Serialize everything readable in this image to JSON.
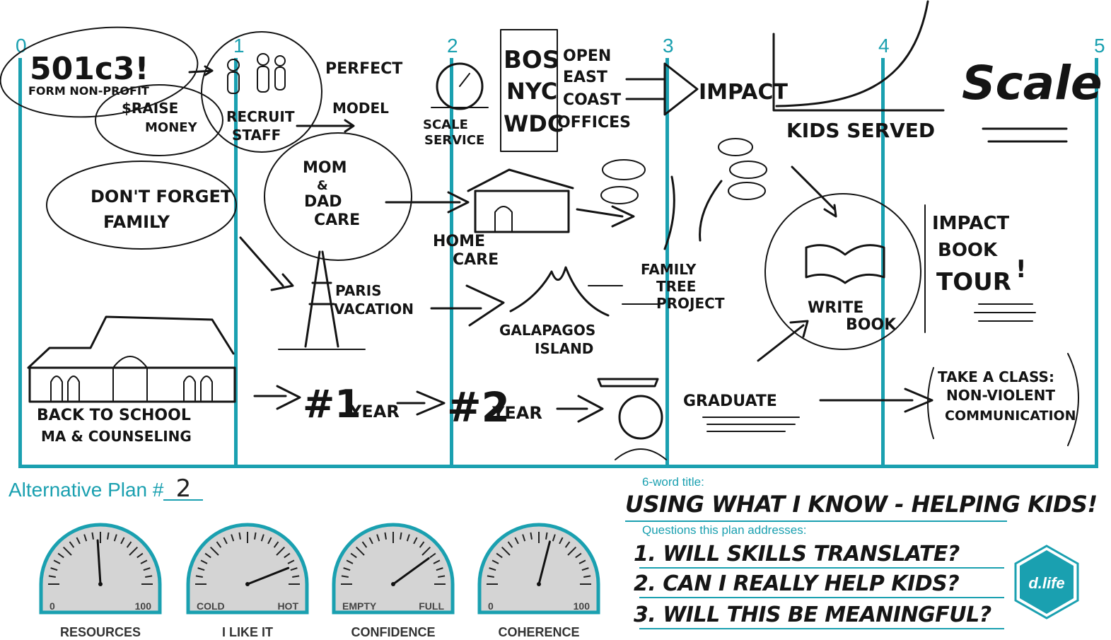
{
  "timeline": {
    "markers": [
      "0",
      "1",
      "2",
      "3",
      "4",
      "5"
    ]
  },
  "sketch": {
    "c0": [
      "501c3!",
      "FORM NON-PROFIT",
      "$RAISE",
      "MONEY",
      "RECRUIT",
      "STAFF",
      "PERFECT",
      "MODEL",
      "SCALE",
      "SERVICE"
    ],
    "cities": [
      "BOS",
      "NYC",
      "WDC"
    ],
    "offices": [
      "OPEN",
      "EAST",
      "COAST",
      "OFFICES"
    ],
    "impact": "IMPACT",
    "kids_served": "KIDS SERVED",
    "scale": "Scale",
    "family": [
      "DON'T FORGET",
      "FAMILY"
    ],
    "mom_dad": [
      "MOM",
      "&",
      "DAD",
      "CARE"
    ],
    "home_care": [
      "HOME",
      "CARE"
    ],
    "family_tree": [
      "FAMILY",
      "TREE",
      "PROJECT"
    ],
    "paris": [
      "PARIS",
      "VACATION"
    ],
    "galapagos": [
      "GALAPAGOS",
      "ISLAND"
    ],
    "write_book": [
      "WRITE",
      "BOOK"
    ],
    "book_tour": [
      "IMPACT",
      "BOOK",
      "TOUR",
      "!"
    ],
    "school": [
      "BACK TO SCHOOL",
      "MA & COUNSELING"
    ],
    "year1": [
      "#1",
      "YEAR"
    ],
    "year2": [
      "#2",
      "YEAR"
    ],
    "graduate": "GRADUATE",
    "class": [
      "TAKE A CLASS:",
      "NON-VIOLENT",
      "COMMUNICATION"
    ]
  },
  "plan": {
    "label": "Alternative Plan #",
    "number": "2"
  },
  "gauges": [
    {
      "title": "RESOURCES",
      "min_label": "0",
      "max_label": "100",
      "level": 0.48
    },
    {
      "title": "I LIKE IT",
      "min_label": "COLD",
      "max_label": "HOT",
      "level": 0.88
    },
    {
      "title": "CONFIDENCE",
      "min_label": "EMPTY",
      "max_label": "FULL",
      "level": 0.8
    },
    {
      "title": "COHERENCE",
      "min_label": "0",
      "max_label": "100",
      "level": 0.58
    }
  ],
  "title_section": {
    "label": "6-word title:",
    "value": "USING WHAT I KNOW - HELPING KIDS!"
  },
  "questions_section": {
    "label": "Questions this plan addresses:",
    "items": [
      "1. WILL SKILLS TRANSLATE?",
      "2. CAN I REALLY HELP KIDS?",
      "3. WILL THIS BE MEANINGFUL?"
    ]
  },
  "logo": {
    "text": "d.life"
  },
  "colors": {
    "accent": "#1aa0b0",
    "gauge_fill": "#d4d4d4",
    "ink": "#141414"
  }
}
